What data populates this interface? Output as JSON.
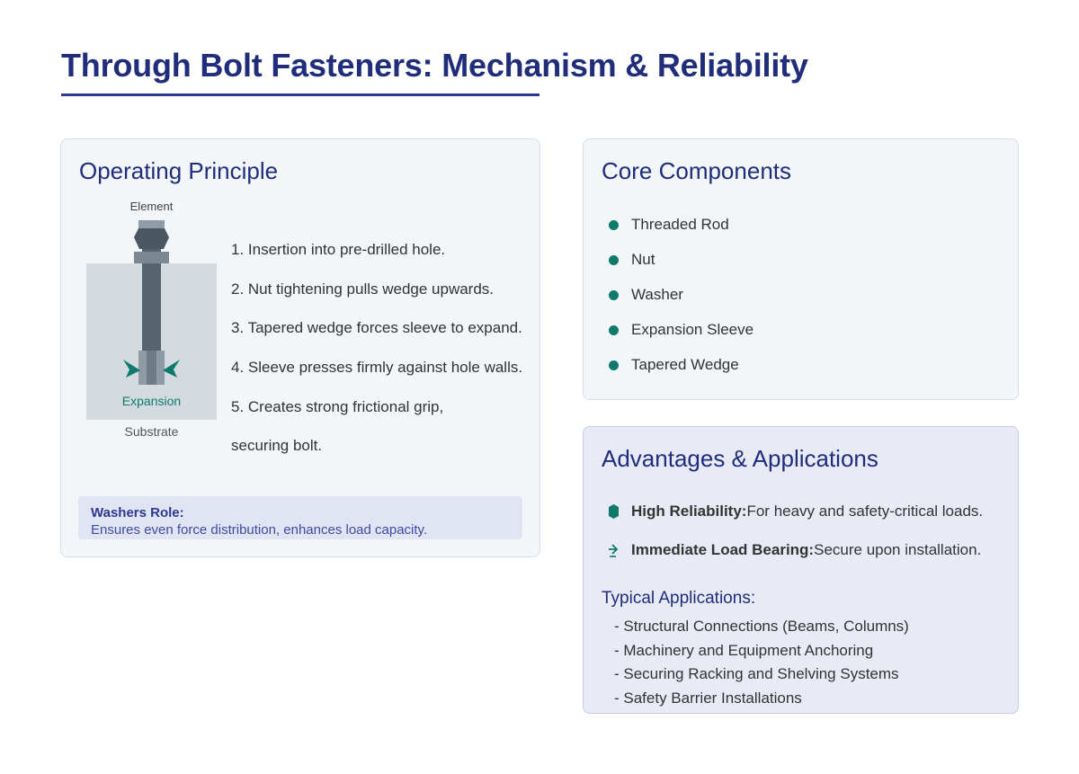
{
  "title": "Through Bolt Fasteners: Mechanism & Reliability",
  "operating_principle": {
    "heading": "Operating Principle",
    "diagram": {
      "top_label": "Element",
      "expansion_label": "Expansion",
      "bottom_label": "Substrate",
      "colors": {
        "substrate": "#d3dbe0",
        "bolt": "#56646e",
        "arrow": "#0f7a6b"
      }
    },
    "steps": [
      "1. Insertion into pre-drilled hole.",
      "2. Nut tightening pulls wedge upwards.",
      "3. Tapered wedge forces sleeve to expand.",
      "4. Sleeve presses firmly against hole walls.",
      "5. Creates strong frictional grip,",
      "securing bolt."
    ],
    "washers": {
      "title": "Washers Role:",
      "text": "Ensures even force distribution, enhances load capacity."
    }
  },
  "core_components": {
    "heading": "Core Components",
    "items": [
      "Threaded Rod",
      "Nut",
      "Washer",
      "Expansion Sleeve",
      "Tapered Wedge"
    ]
  },
  "advantages": {
    "heading": "Advantages & Applications",
    "points": [
      {
        "icon": "shield-icon",
        "title": "High Reliability:",
        "text": " For heavy and safety-critical loads."
      },
      {
        "icon": "arrow-right-icon",
        "title": "Immediate Load Bearing:",
        "text": " Secure upon installation."
      }
    ],
    "applications_title": "Typical Applications:",
    "applications": [
      "- Structural Connections (Beams, Columns)",
      "- Machinery and Equipment Anchoring",
      "- Securing Racking and Shelving Systems",
      "- Safety Barrier Installations"
    ]
  },
  "colors": {
    "accent": "#1f2d7a",
    "teal": "#0f7a6b"
  }
}
